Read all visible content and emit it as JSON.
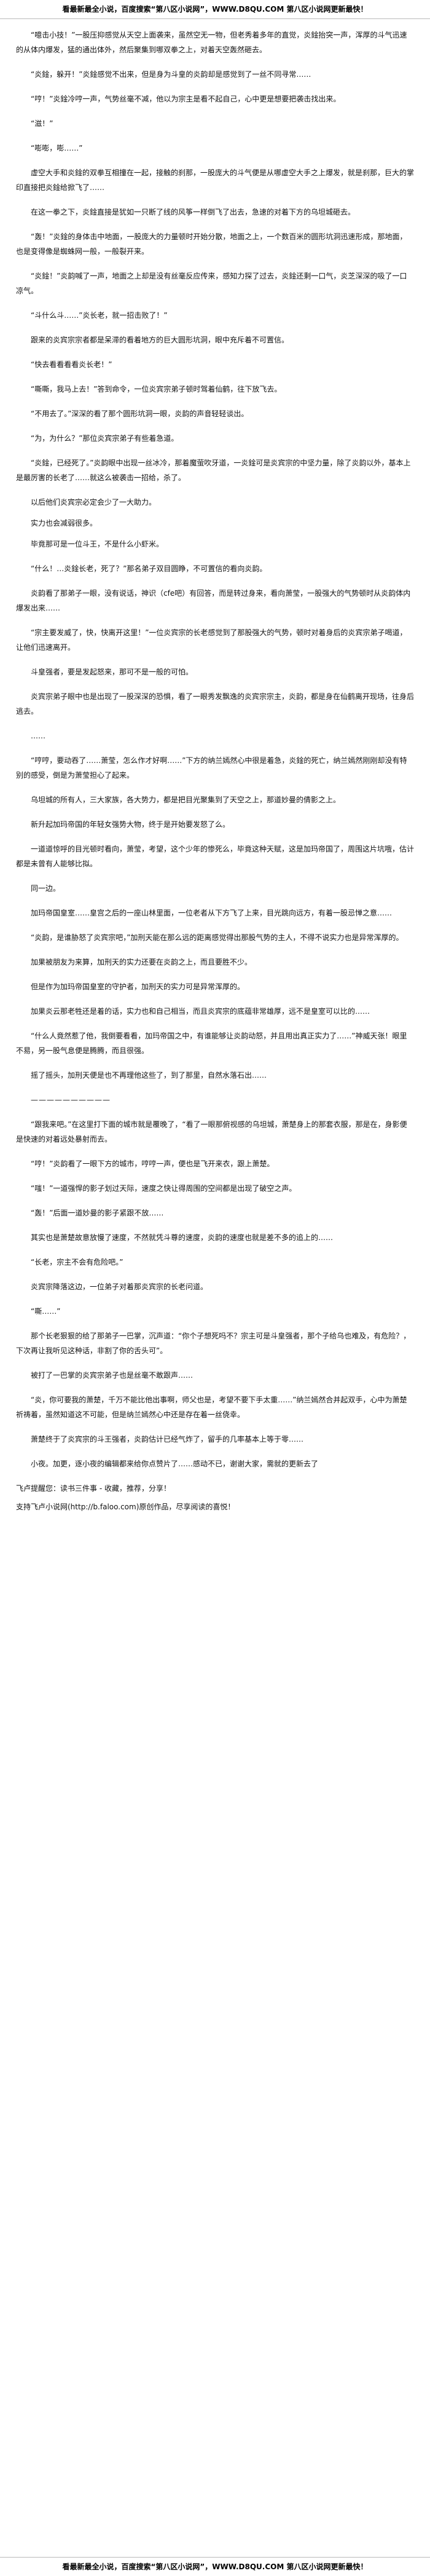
{
  "banner": {
    "top": "看最新最全小说，百度搜索“第八区小说网”，WWW.D8QU.COM 第八区小说网更新最快！",
    "bottom": "看最新最全小说，百度搜索“第八区小说网”，WWW.D8QU.COM 第八区小说网更新最快！"
  },
  "paragraphs": [
    "“噫击小技！”一股压抑感觉从天空上面袭来，虽然空无一物，但老秀着多年的直觉，炎鍂抬突一声，浑厚的斗气迅速的从体内爆发，猛的通出体外，然后聚集到哪双拳之上，对着天空轰然砸去。",
    "“炎鍂，躲开！”炎鍂感觉不出来，但是身为斗皇的炎韵却是感觉到了一丝不同寻常……",
    "“哼！”炎鍂冷哼一声，气势丝毫不减，他以为宗主是看不起自己，心中更是想要把袭击找出来。",
    "“滋！”",
    "“嘭嘭，嘭……”",
    "虚空大手和炎鍂的双拳互相撞在一起，接触的刹那，一股庞大的斗气便是从哪虚空大手之上爆发，就是刹那，巨大的掌印直接把炎鍂给掀飞了……",
    "在这一拳之下，炎鍂直接是犹如一只断了线的风筝一样倒飞了出去，急速的对着下方的乌坦城砸去。",
    "“轰！”炎鍂的身体击中地面，一股庞大的力量顿时开始分散，地面之上，一个数百米的圆形坑洞迅速形成，那地面，也是变得像是蜘蛛网一般，一般裂开来。",
    "“炎鍂！”炎韵喊了一声，地面之上却是没有丝毫反应传来，感知力探了过去，炎鍂还剩一口气，炎芝深深的吸了一口凉气。",
    "“斗什么斗……”炎长老，就一招击败了！”",
    "跟来的炎宾宗宗者都是呆滞的看着地方的巨大圆形坑洞，眼中充斥着不可置信。",
    "“快去看看看看炎长老！”",
    "“嘶嘶，我马上去！”答到命令，一位炎宾宗弟子顿时驾着仙鹤，往下放飞去。",
    "“不用去了。”深深的看了那个圆形坑洞一眼，炎韵的声音轻轻谈出。",
    "“为，为什么？”那位炎宾宗弟子有些着急道。",
    "“炎鍂，已经死了。”炎韵眼中出现一丝冰冷，那着魔萤吹牙道，一炎鍂可是炎宾宗的中坚力量，除了炎韵以外，基本上是最厉害的长老了……就这么被袭击一招给，杀了。",
    "以后他们炎宾宗必定会少了一大助力。",
    "实力也会减弱很多。",
    "毕竟那可是一位斗王，不是什么小虾米。",
    "“什么！…炎鍂长老，死了？”那名弟子双目圆睁，不可置信的看向炎韵。",
    "炎韵看了那弟子一眼，没有说话，神识（cfe吧）有回答，而是转过身来，看向萧莹，一股强大的气势顿时从炎韵体内爆发出来……",
    "“宗主要发威了，快，快离开这里！”一位炎宾宗的长老感觉到了那股强大的气势，顿时对着身后的炎宾宗弟子喝道，让他们迅速离开。",
    "斗皇强者，要是发起怒来，那可不是一般的可怕。",
    "炎宾宗弟子眼中也是出现了一股深深的恐惧，看了一眼秀发飘逸的炎宾宗宗主，炎韵，都是身在仙鹤离开现场，往身后逃去。",
    "……",
    "“哼哼，要动吞了……萧莹，怎么作才好啊……”下方的纳兰嫣然心中很是着急，炎鍂的死亡，纳兰嫣然刚刚却没有特别的感受，倒是为萧莹担心了起来。",
    "乌坦城的所有人，三大家族，各大势力，都是把目光聚集到了天空之上，那道妙曼的倩影之上。",
    "新升起加玛帝国的年轻女强势大物，终于是开始要发怒了么。",
    "一道道惊呼的目光顿时看向，萧莹，考望，这个少年的惨死么，毕竟这种天赋，这是加玛帝国了，周围这片坑哦，估计都是未曾有人能够比拟。",
    "同一边。",
    "加玛帝国皇室……皇宫之后的一座山林里面，一位老者从下方飞了上来，目光跳向远方，有着一股忌惮之意……",
    "“炎韵，是谁胁怒了炎宾宗吧，”加刑天能在那么远的距离感觉得出那股气势的主人，不得不说实力也是异常浑厚的。",
    "加果被朋友为来算，加刑天的实力还要在炎韵之上，而且要胜不少。",
    "但是作为加玛帝国皇室的守护者，加刑天的实力可是异常浑厚的。",
    "加果炎云那老牲还是着的话，实力也和自己相当，而且炎宾宗的底蕴非常雄厚，远不是皇室可以比的……",
    "“什么人竟然惹了他，我倒要看看，加玛帝国之中，有谁能够让炎韵动怒，并且用出真正实力了……”神威天张！眼里不易，另一股气息便是腾腾，而且很强。",
    "摇了摇头，加刑天便是也不再理他这些了，到了那里，自然水落石出……",
    "——————————",
    "“跟我来吧。”在这里打下面的城市就是覆晚了，“看了一眼那俯视感的乌坦城，萧楚身上的那套衣服，那是在，身影便是快速的对着远处暴射而去。",
    "“哼！”炎韵看了一眼下方的城市，哼哼一声，便也是飞开来衣，跟上萧楚。",
    "“嗤！”一道强悍的影子划过天际，速度之快让得周围的空间都是出现了破空之声。",
    "“轰！”后面一道妙曼的影子紧跟不放……",
    "其实也是萧楚故意放慢了速度，不然就凭斗尊的速度，炎韵的速度也就是差不多的追上的……",
    "“长老，宗主不会有危险吧。”",
    "炎宾宗降落这边，一位弟子对着那炎宾宗的长老问道。",
    "“嘶……”",
    "那个长老狠狠的给了那弟子一巴掌，沉声道：“你个子想死吗不？宗主可是斗皇强者，那个子给乌也难及，有危险？，下次再让我听见这种话，非割了你的舌头可”。",
    "被打了一巴掌的炎宾宗弟子也是丝毫不敢跟声……",
    "“炎，你可要我的萧楚，千万不能比他出事啊，师父也是，考望不要下手太重……”纳兰嫣然合并起双手，心中为萧楚祈祷着，虽然知道这不可能，但是纳兰嫣然心中还是存在着一丝侥幸。",
    "萧楚终于了炎宾宗的斗王强者，炎韵估计已经气炸了，留手的几率基本上等于零……",
    "小夜。加更，逐小夜的编辑都来给你点赞片了……感动不已，谢谢大家，需就的更新去了"
  ],
  "footer": {
    "line1": "飞卢提醒您：读书三件事 - 收藏，推荐，分享！",
    "line2": "支持飞卢小说网(http://b.faloo.com)原创作品，尽享阅读的喜悦！"
  }
}
